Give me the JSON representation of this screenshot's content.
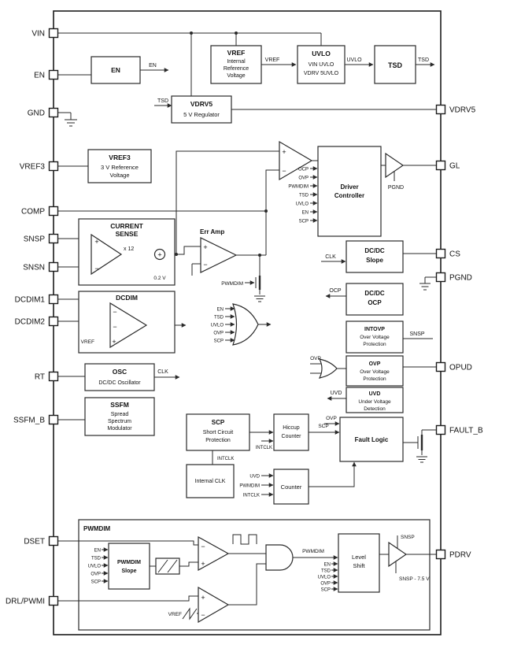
{
  "pins": {
    "left": [
      "VIN",
      "EN",
      "GND",
      "VREF3",
      "COMP",
      "SNSP",
      "SNSN",
      "DCDIM1",
      "DCDIM2",
      "RT",
      "SSFM_B",
      "DSET",
      "DRL/PWMI"
    ],
    "right": [
      "VDRV5",
      "GL",
      "CS",
      "PGND",
      "OPUD",
      "FAULT_B",
      "PDRV"
    ]
  },
  "blocks": {
    "en": {
      "title": "EN"
    },
    "vref": {
      "title": "VREF",
      "l1": "Internal",
      "l2": "Reference",
      "l3": "Voltage"
    },
    "uvlo": {
      "title": "UVLO",
      "l1": "VIN UVLO",
      "l2": "VDRV 5UVLO"
    },
    "tsd": {
      "title": "TSD"
    },
    "vdrv5": {
      "title": "VDRV5",
      "l1": "5 V Regulator"
    },
    "vref3": {
      "title": "VREF3",
      "l1": "3 V Reference",
      "l2": "Voltage"
    },
    "current_sense": {
      "l1": "CURRENT",
      "l2": "SENSE",
      "gain": "x 12",
      "ref": "0.2 V"
    },
    "err_amp": {
      "title": "Err Amp"
    },
    "dcdim": {
      "title": "DCDIM"
    },
    "osc": {
      "title": "OSC",
      "l1": "DC/DC Oscillator"
    },
    "ssfm": {
      "title": "SSFM",
      "l1": "Spread",
      "l2": "Spectrum",
      "l3": "Modulator"
    },
    "driver": {
      "l1": "Driver",
      "l2": "Controller"
    },
    "slope": {
      "l1": "DC/DC",
      "l2": "Slope"
    },
    "dcdc_ocp": {
      "l1": "DC/DC",
      "l2": "OCP"
    },
    "intovp": {
      "title": "INTOVP",
      "l1": "Over Voltage",
      "l2": "Protection"
    },
    "ovp": {
      "title": "OVP",
      "l1": "Over Voltage",
      "l2": "Protection"
    },
    "uvd": {
      "title": "UVD",
      "l1": "Under Voltage",
      "l2": "Detection"
    },
    "scp": {
      "title": "SCP",
      "l1": "Short Circuit",
      "l2": "Protection"
    },
    "hiccup": {
      "l1": "Hiccup",
      "l2": "Counter"
    },
    "fault": {
      "title": "Fault Logic"
    },
    "internal_clk": {
      "title": "Internal CLK"
    },
    "counter": {
      "title": "Counter"
    },
    "pwm_section": {
      "title": "PWMDIM"
    },
    "pwm_slope": {
      "l1": "PWMDIM",
      "l2": "Slope"
    },
    "level_shift": {
      "l1": "Level",
      "l2": "Shift"
    }
  },
  "signals": {
    "en": "EN",
    "tsd": "TSD",
    "uvlo": "UVLO",
    "ovp": "OVP",
    "scp": "SCP",
    "ocp": "OCP",
    "pwmdim": "PWMDIM",
    "vref": "VREF",
    "clk": "CLK",
    "snsp": "SNSP",
    "uvd": "UVD",
    "intclk": "INTCLK",
    "pgnd": "PGND",
    "snsp_shift": "SNSP - 7.5 V"
  },
  "signs": {
    "plus": "+",
    "minus": "−"
  }
}
